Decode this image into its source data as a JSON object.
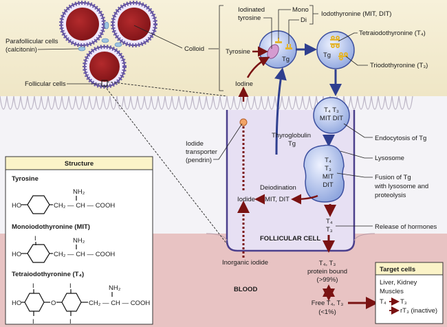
{
  "colors": {
    "colloid": "#9b1d22",
    "blood": "#e8c3c3",
    "cell": "#e7e0f3",
    "cell_border": "#4b3f8c",
    "vesicle": "#b9c9ee",
    "arrow_red": "#7a1212",
    "arrow_blue": "#2f3f8f",
    "top_bg": "#f6f0d8",
    "box_header": "#fbf3c8"
  },
  "labels": {
    "parafollicular": [
      "Parafollicular cells",
      "(calcitonin)"
    ],
    "follicular_cells": "Follicular cells",
    "colloid": "Colloid",
    "iodinated_tyrosine": [
      "Iodinated",
      "tyrosine"
    ],
    "mono": "Mono",
    "di": "Di",
    "iodothyronine": "Iodothyronine (MIT, DIT)",
    "tetraiodothyronine": "Tetraiodothyronine (T₄)",
    "triiodothyronine": "Triodothyronine (T₃)",
    "tyrosine": "Tyrosine",
    "tg": "Tg",
    "iodine": "Iodine",
    "iodide_transporter": [
      "Iodide",
      "transporter",
      "(pendrin)"
    ],
    "thyroglobulin": [
      "Thyroglobulin",
      "Tg"
    ],
    "vesicle": [
      "T₄ T₃",
      "MIT DIT"
    ],
    "endocytosis": "Endocytosis of Tg",
    "lysosome": "Lysosome",
    "lysosome_content": [
      "T₄",
      "T₃",
      "MIT",
      "DIT"
    ],
    "fusion": [
      "Fusion of Tg",
      "with lysosome and",
      "proteolysis"
    ],
    "deiodination": "Deiodination",
    "mit_dit": "MIT, DIT",
    "iodide": "Iodide",
    "released": [
      "T₄",
      "T₃"
    ],
    "release_of_hormones": "Release of hormones",
    "follicular_cell": "FOLLICULAR CELL",
    "inorganic_iodide": "Inorganic iodide",
    "protein_bound": [
      "T₄, T₃",
      "protein bound",
      "(>99%)"
    ],
    "blood": "BLOOD",
    "free": [
      "Free T₄, T₃",
      "(<1%)"
    ]
  },
  "target_cells": {
    "title": "Target cells",
    "lines": [
      "Liver, Kidney",
      "Muscles"
    ],
    "t4": "T₄",
    "t3": "T₃",
    "rt3": "rT₃ (inactive)"
  },
  "structure": {
    "title": "Structure",
    "tyrosine": {
      "name": "Tyrosine",
      "ho": "HO",
      "chain": "CH₂ — CH — COOH",
      "nh2": "NH₂"
    },
    "mit": {
      "name": "Monoiodothyronine (MIT)",
      "ho": "HO",
      "chain": "CH₂ — CH — COOH",
      "nh2": "NH₂",
      "i": "I"
    },
    "t4": {
      "name": "Tetraiodothyronine (T₄)",
      "ho": "HO",
      "o": "O",
      "chain": "CH₂ — CH — COOH",
      "nh2": "NH₂",
      "i": "I"
    }
  }
}
